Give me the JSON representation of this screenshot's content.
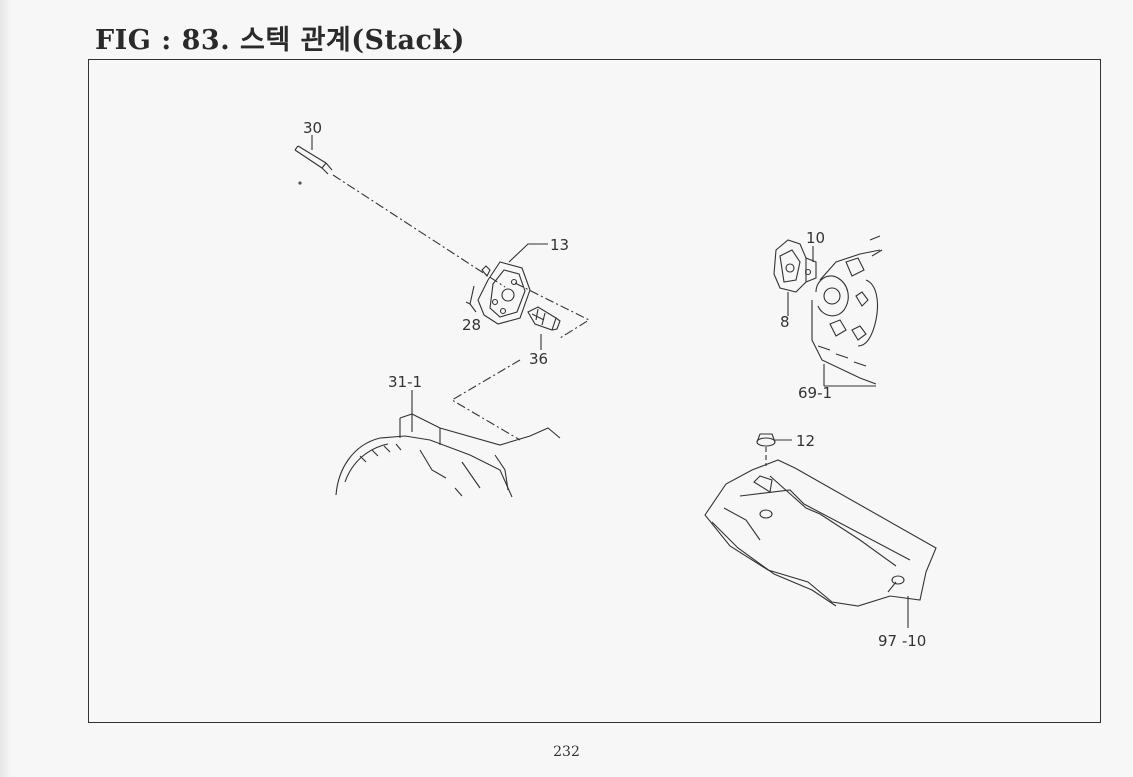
{
  "page": {
    "title": "FIG : 83. 스텍 관계(Stack)",
    "page_number": "232"
  },
  "callouts": {
    "c30": "30",
    "c13": "13",
    "c28": "28",
    "c36": "36",
    "c31_1": "31-1",
    "c10": "10",
    "c8": "8",
    "c69_1": "69-1",
    "c12": "12",
    "c97_10": "97 -10"
  }
}
